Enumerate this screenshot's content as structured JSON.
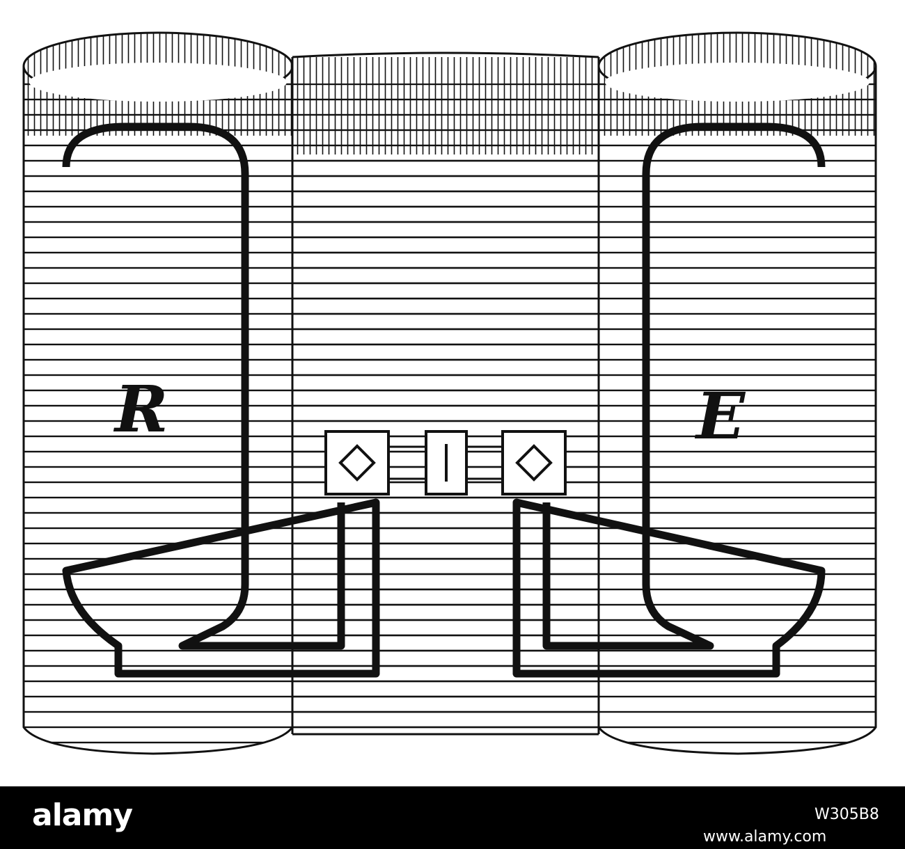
{
  "figure": {
    "left_vessel_label": "R",
    "right_vessel_label": "E"
  },
  "footer": {
    "wordmark": "alamy",
    "image_id": "W305B8",
    "url": "www.alamy.com"
  },
  "colors": {
    "ink": "#111111",
    "paper": "#ffffff",
    "footer_band": "#000000"
  }
}
